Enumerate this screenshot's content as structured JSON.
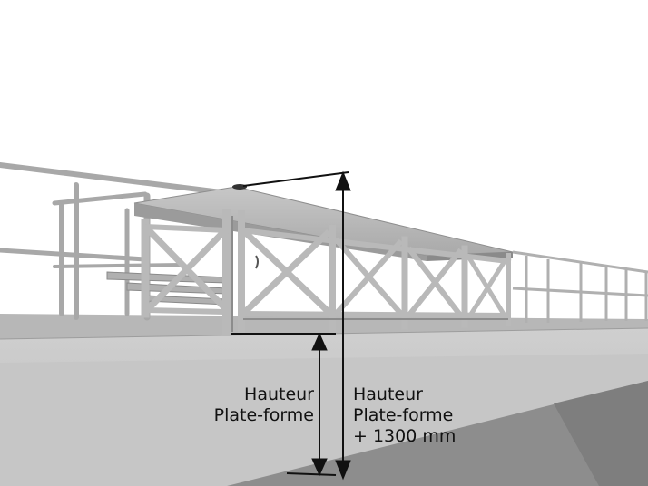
{
  "dimensions": {
    "platform_height": {
      "line1": "Hauteur",
      "line2": "Plate-forme"
    },
    "platform_height_plus": {
      "line1": "Hauteur",
      "line2": "Plate-forme",
      "line3": "+ 1300 mm"
    }
  },
  "colors": {
    "background": "#ffffff",
    "ground_light": "#c9c9c9",
    "ground_mid": "#b3b3b3",
    "ground_dark": "#8f8f8f",
    "structure": "#bdbdbd",
    "structure_shade": "#9a9a9a",
    "arrow": "#111111"
  }
}
